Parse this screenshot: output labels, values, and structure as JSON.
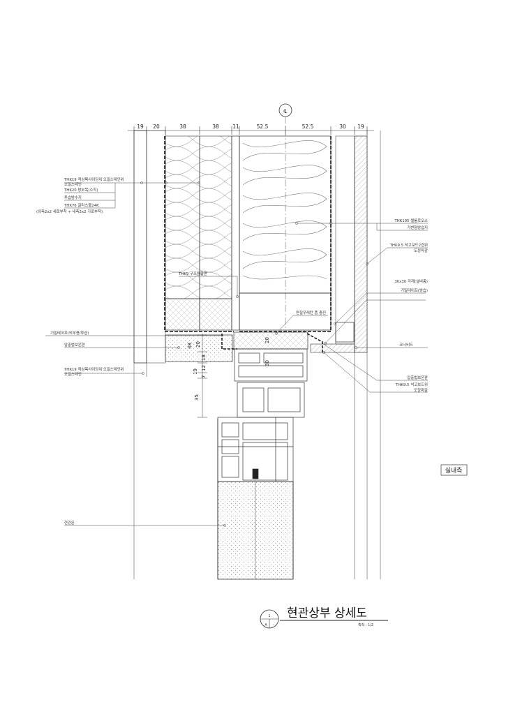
{
  "centerline_symbol": "℄",
  "top_dimensions": [
    "19",
    "20",
    "38",
    "38",
    "11",
    "52.5",
    "52.5",
    "30",
    "19"
  ],
  "vertical_dimensions": {
    "a": "20",
    "b": "18",
    "c": "12",
    "d": "7",
    "e": "38",
    "f": "19",
    "g": "35",
    "h": "30",
    "i": "20"
  },
  "labels_left": {
    "l1a": "THK19 적삼목사이딩위 오일스테인위",
    "l1b": "오일스테인",
    "l2": "THK20 방부목(수직)",
    "l3": "투습방수지",
    "l4": "THK76 글라스울24K",
    "l5": "(외측2x2 세로부착 + 내측2x2 가로부착)",
    "l6": "기밀테이프(외부용/투습)",
    "l7": "압출법보온판",
    "l8a": "THK19 적삼목사이딩위 오일스테인위",
    "l8b": "오일스테인",
    "l9": "현관문"
  },
  "labels_right": {
    "r1": "THK105 셀룰로오스",
    "r2": "가변형방습지",
    "r3a": "THK9.5 석고보드2겹위",
    "r3b": "도장마감",
    "r4": "30x30 각재(설비층)",
    "r5": "기밀테이프(방습)",
    "r6": "코너비드",
    "r7": "압출법보온판",
    "r8a": "THK9.5 석고보드위",
    "r8b": "도장마감"
  },
  "labels_center": {
    "c1": "THK9 구조용합판",
    "c2": "연질우레탄 폼 충진"
  },
  "side_label": "실내측",
  "title": {
    "main": "현관상부 상세도",
    "scale": "축척 : 1/2",
    "tag_top": "1",
    "tag_bottom": "A",
    "tag_sheet": "-"
  }
}
